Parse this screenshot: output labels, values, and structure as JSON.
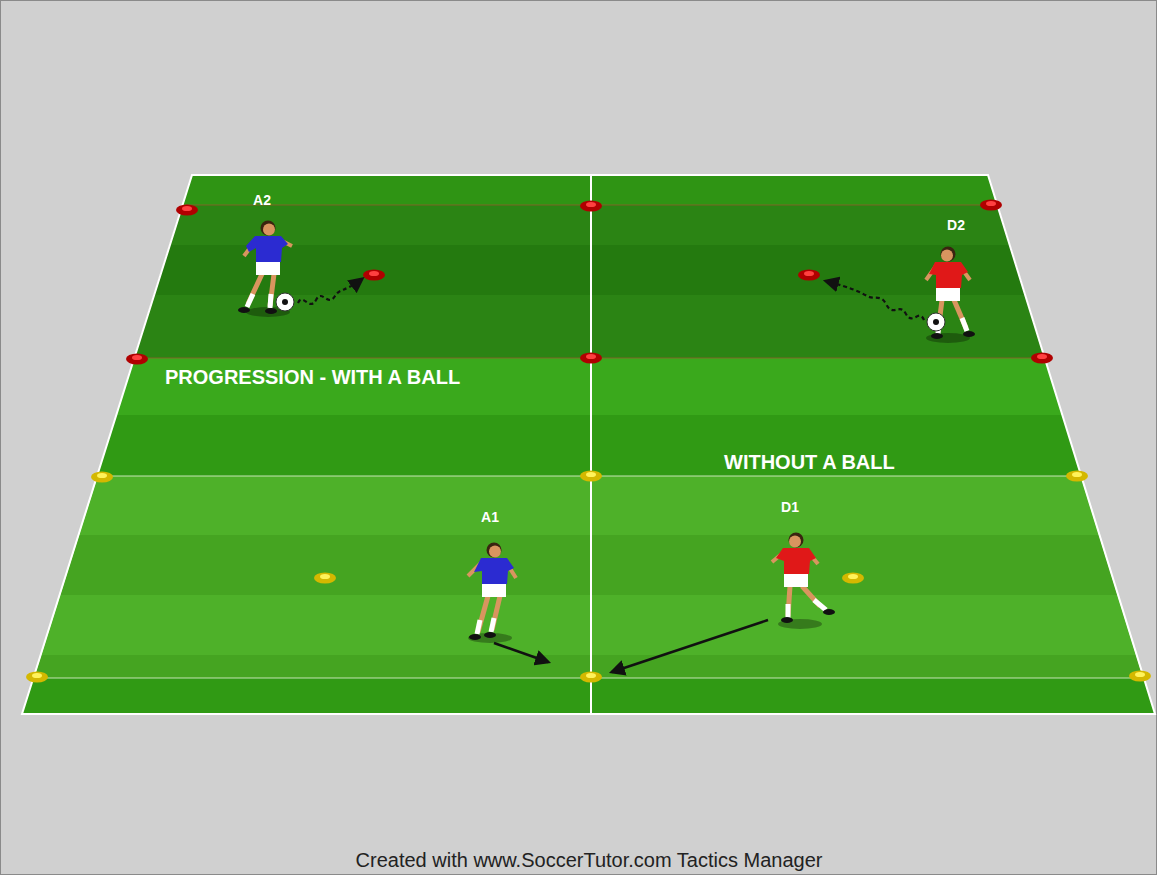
{
  "diagram": {
    "labels": [
      "A2",
      "D2",
      "PROGRESSION - WITH A BALL",
      "WITHOUT A BALL",
      "A1",
      "D1",
      "Created with www.SoccerTutor.com Tactics Manager"
    ]
  }
}
